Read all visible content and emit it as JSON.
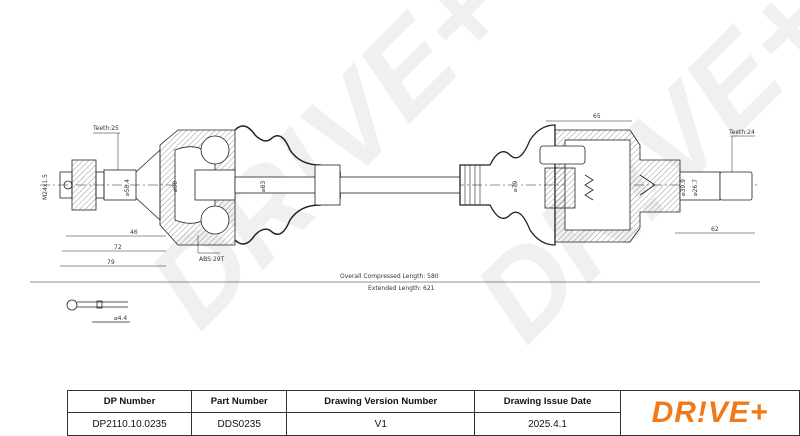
{
  "drawing": {
    "labels": {
      "teeth_outer": "Teeth:25",
      "thread": "M24x1.5",
      "dia_splined": "⌀58.4",
      "dia_outer_cv": "⌀90",
      "dia_boot": "⌀83",
      "dim_46": "46",
      "dim_72": "72",
      "dim_79": "79",
      "abs": "ABS:29T",
      "overall_compressed": "Overall  Compressed  Length: 580",
      "extended": "Extended  Length: 621",
      "dim_65": "65",
      "teeth_inner": "Teeth:24",
      "dia_inner_boot": "⌀79",
      "dia_stub1": "⌀39.9",
      "dia_stub2": "⌀26.7",
      "dim_62": "62",
      "pin_dia": "⌀4.4"
    },
    "watermark": "DR!VE+"
  },
  "table": {
    "headers": [
      "DP Number",
      "Part Number",
      "Drawing Version Number",
      "Drawing Issue Date"
    ],
    "values": [
      "DP2110.10.0235",
      "DDS0235",
      "V1",
      "2025.4.1"
    ],
    "logo": "DR!VE+",
    "brand_color": "#f07a1a"
  }
}
